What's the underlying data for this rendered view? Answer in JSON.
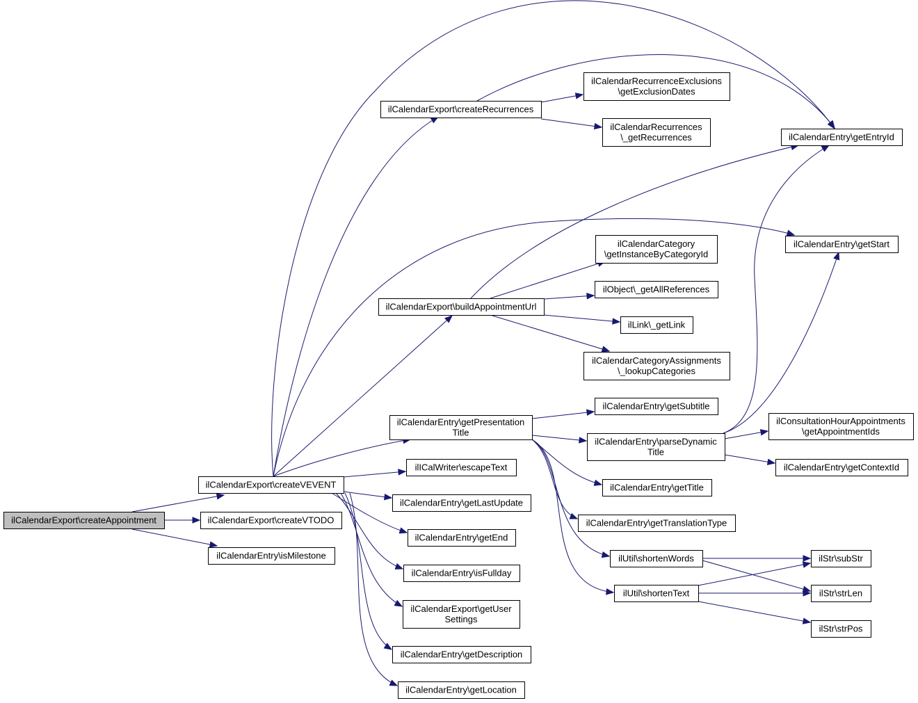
{
  "graph": {
    "colors": {
      "edge": "#191970",
      "root_fill": "#bfbfbf",
      "node_fill": "#ffffff",
      "node_border": "#000000"
    },
    "nodes": [
      {
        "id": "root",
        "lines": [
          "ilCalendarExport\\createAppointment"
        ]
      },
      {
        "id": "createVEVENT",
        "lines": [
          "ilCalendarExport\\createVEVENT"
        ]
      },
      {
        "id": "createVTODO",
        "lines": [
          "ilCalendarExport\\createVTODO"
        ]
      },
      {
        "id": "isMilestone",
        "lines": [
          "ilCalendarEntry\\isMilestone"
        ]
      },
      {
        "id": "createRecurrences",
        "lines": [
          "ilCalendarExport\\createRecurrences"
        ]
      },
      {
        "id": "getExclusionDates",
        "lines": [
          "ilCalendarRecurrenceExclusions",
          "\\getExclusionDates"
        ]
      },
      {
        "id": "getRecurrences",
        "lines": [
          "ilCalendarRecurrences",
          "\\_getRecurrences"
        ]
      },
      {
        "id": "getEntryId",
        "lines": [
          "ilCalendarEntry\\getEntryId"
        ]
      },
      {
        "id": "getStart",
        "lines": [
          "ilCalendarEntry\\getStart"
        ]
      },
      {
        "id": "buildAppointmentUrl",
        "lines": [
          "ilCalendarExport\\buildAppointmentUrl"
        ]
      },
      {
        "id": "getInstanceByCategoryId",
        "lines": [
          "ilCalendarCategory",
          "\\getInstanceByCategoryId"
        ]
      },
      {
        "id": "getAllReferences",
        "lines": [
          "ilObject\\_getAllReferences"
        ]
      },
      {
        "id": "getLink",
        "lines": [
          "ilLink\\_getLink"
        ]
      },
      {
        "id": "lookupCategories",
        "lines": [
          "ilCalendarCategoryAssignments",
          "\\_lookupCategories"
        ]
      },
      {
        "id": "getPresentationTitle",
        "lines": [
          "ilCalendarEntry\\getPresentation",
          "Title"
        ]
      },
      {
        "id": "getSubtitle",
        "lines": [
          "ilCalendarEntry\\getSubtitle"
        ]
      },
      {
        "id": "parseDynamicTitle",
        "lines": [
          "ilCalendarEntry\\parseDynamic",
          "Title"
        ]
      },
      {
        "id": "getAppointmentIds",
        "lines": [
          "ilConsultationHourAppointments",
          "\\getAppointmentIds"
        ]
      },
      {
        "id": "getContextId",
        "lines": [
          "ilCalendarEntry\\getContextId"
        ]
      },
      {
        "id": "getTitle",
        "lines": [
          "ilCalendarEntry\\getTitle"
        ]
      },
      {
        "id": "getTranslationType",
        "lines": [
          "ilCalendarEntry\\getTranslationType"
        ]
      },
      {
        "id": "shortenWords",
        "lines": [
          "ilUtil\\shortenWords"
        ]
      },
      {
        "id": "shortenText",
        "lines": [
          "ilUtil\\shortenText"
        ]
      },
      {
        "id": "subStr",
        "lines": [
          "ilStr\\subStr"
        ]
      },
      {
        "id": "strLen",
        "lines": [
          "ilStr\\strLen"
        ]
      },
      {
        "id": "strPos",
        "lines": [
          "ilStr\\strPos"
        ]
      },
      {
        "id": "escapeText",
        "lines": [
          "ilICalWriter\\escapeText"
        ]
      },
      {
        "id": "getLastUpdate",
        "lines": [
          "ilCalendarEntry\\getLastUpdate"
        ]
      },
      {
        "id": "getEnd",
        "lines": [
          "ilCalendarEntry\\getEnd"
        ]
      },
      {
        "id": "isFullday",
        "lines": [
          "ilCalendarEntry\\isFullday"
        ]
      },
      {
        "id": "getUserSettings",
        "lines": [
          "ilCalendarExport\\getUser",
          "Settings"
        ]
      },
      {
        "id": "getDescription",
        "lines": [
          "ilCalendarEntry\\getDescription"
        ]
      },
      {
        "id": "getLocation",
        "lines": [
          "ilCalendarEntry\\getLocation"
        ]
      }
    ],
    "edges": [
      {
        "from": "root",
        "to": "createVEVENT"
      },
      {
        "from": "root",
        "to": "createVTODO"
      },
      {
        "from": "root",
        "to": "isMilestone"
      },
      {
        "from": "createVEVENT",
        "to": "createRecurrences"
      },
      {
        "from": "createVEVENT",
        "to": "getEntryId"
      },
      {
        "from": "createVEVENT",
        "to": "getStart"
      },
      {
        "from": "createVEVENT",
        "to": "buildAppointmentUrl"
      },
      {
        "from": "createVEVENT",
        "to": "getPresentationTitle"
      },
      {
        "from": "createVEVENT",
        "to": "escapeText"
      },
      {
        "from": "createVEVENT",
        "to": "getLastUpdate"
      },
      {
        "from": "createVEVENT",
        "to": "getEnd"
      },
      {
        "from": "createVEVENT",
        "to": "isFullday"
      },
      {
        "from": "createVEVENT",
        "to": "getUserSettings"
      },
      {
        "from": "createVEVENT",
        "to": "getDescription"
      },
      {
        "from": "createVEVENT",
        "to": "getLocation"
      },
      {
        "from": "createRecurrences",
        "to": "getExclusionDates"
      },
      {
        "from": "createRecurrences",
        "to": "getRecurrences"
      },
      {
        "from": "createRecurrences",
        "to": "getEntryId"
      },
      {
        "from": "buildAppointmentUrl",
        "to": "getEntryId"
      },
      {
        "from": "buildAppointmentUrl",
        "to": "getInstanceByCategoryId"
      },
      {
        "from": "buildAppointmentUrl",
        "to": "getAllReferences"
      },
      {
        "from": "buildAppointmentUrl",
        "to": "getLink"
      },
      {
        "from": "buildAppointmentUrl",
        "to": "lookupCategories"
      },
      {
        "from": "getPresentationTitle",
        "to": "getSubtitle"
      },
      {
        "from": "getPresentationTitle",
        "to": "parseDynamicTitle"
      },
      {
        "from": "getPresentationTitle",
        "to": "getTitle"
      },
      {
        "from": "getPresentationTitle",
        "to": "getTranslationType"
      },
      {
        "from": "getPresentationTitle",
        "to": "shortenWords"
      },
      {
        "from": "getPresentationTitle",
        "to": "shortenText"
      },
      {
        "from": "parseDynamicTitle",
        "to": "getEntryId"
      },
      {
        "from": "parseDynamicTitle",
        "to": "getStart"
      },
      {
        "from": "parseDynamicTitle",
        "to": "getAppointmentIds"
      },
      {
        "from": "parseDynamicTitle",
        "to": "getContextId"
      },
      {
        "from": "shortenWords",
        "to": "subStr"
      },
      {
        "from": "shortenWords",
        "to": "strLen"
      },
      {
        "from": "shortenText",
        "to": "subStr"
      },
      {
        "from": "shortenText",
        "to": "strLen"
      },
      {
        "from": "shortenText",
        "to": "strPos"
      }
    ]
  }
}
